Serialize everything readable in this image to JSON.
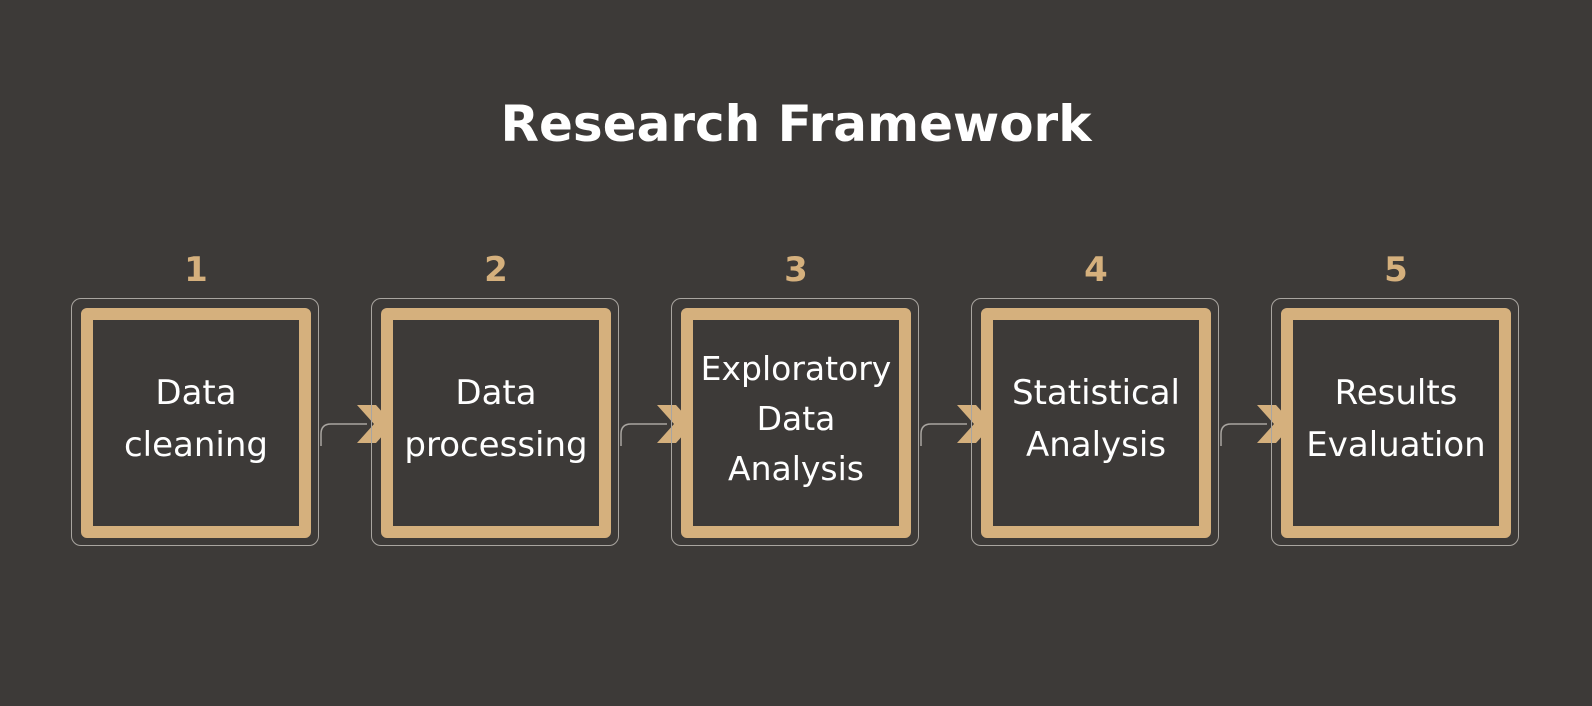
{
  "title": "Research Framework",
  "colors": {
    "background": "#3d3a38",
    "accent": "#d5b07d",
    "frame": "#a9a5a0",
    "text": "#ffffff"
  },
  "steps": [
    {
      "number": "1",
      "label": "Data\ncleaning"
    },
    {
      "number": "2",
      "label": "Data\nprocessing"
    },
    {
      "number": "3",
      "label": "Exploratory\nData\nAnalysis"
    },
    {
      "number": "4",
      "label": "Statistical\nAnalysis"
    },
    {
      "number": "5",
      "label": "Results\nEvaluation"
    }
  ]
}
